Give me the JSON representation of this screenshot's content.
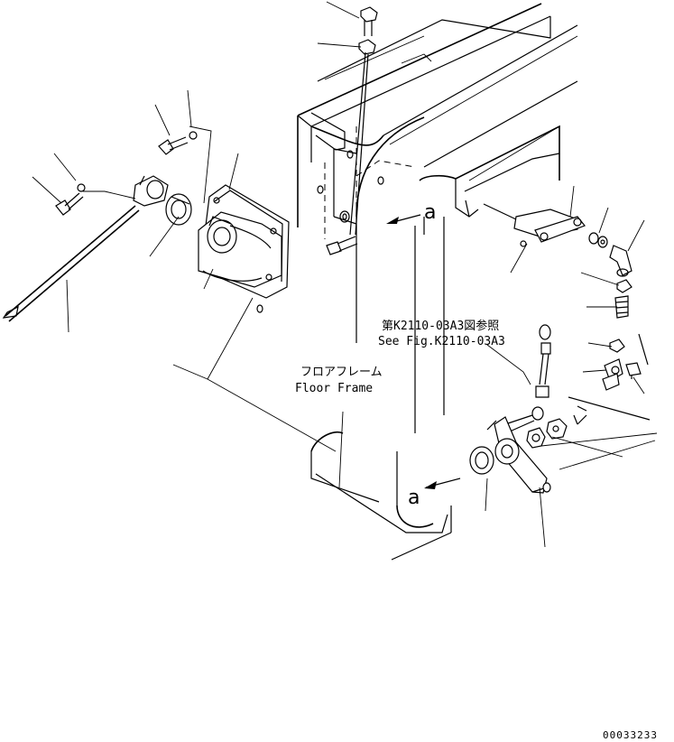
{
  "reference": {
    "jp": "第K2110-03A3図参照",
    "en": "See Fig.K2110-03A3"
  },
  "frame_label": {
    "jp": "フロアフレーム",
    "en": "Floor Frame"
  },
  "section_marks": {
    "upper": "a",
    "lower": "a"
  },
  "drawing_number": "00033233"
}
